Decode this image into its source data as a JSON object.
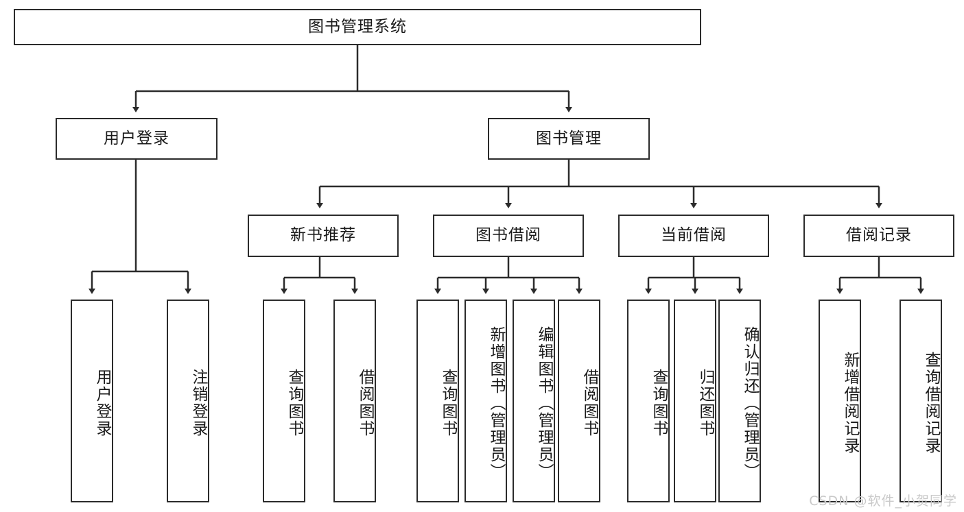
{
  "diagram": {
    "title_node": {
      "label": "图书管理系统"
    },
    "level2": [
      {
        "id": "user-login",
        "label": "用户登录"
      },
      {
        "id": "book-management",
        "label": "图书管理"
      }
    ],
    "level3": [
      {
        "id": "new-book-recommend",
        "label": "新书推荐"
      },
      {
        "id": "book-borrow",
        "label": "图书借阅"
      },
      {
        "id": "current-borrow",
        "label": "当前借阅"
      },
      {
        "id": "borrow-record",
        "label": "借阅记录"
      }
    ],
    "leaves": [
      {
        "id": "leaf-user-login",
        "label": "用户登录",
        "parent": "user-login"
      },
      {
        "id": "leaf-logout-login",
        "label": "注销登录",
        "parent": "user-login"
      },
      {
        "id": "leaf-query-book-1",
        "label": "查询图书",
        "parent": "new-book-recommend"
      },
      {
        "id": "leaf-borrow-book-1",
        "label": "借阅图书",
        "parent": "new-book-recommend"
      },
      {
        "id": "leaf-query-book-2",
        "label": "查询图书",
        "parent": "book-borrow"
      },
      {
        "id": "leaf-add-book-admin",
        "label": "新增图书（管理员）",
        "parent": "book-borrow"
      },
      {
        "id": "leaf-edit-book-admin",
        "label": "编辑图书（管理员）",
        "parent": "book-borrow"
      },
      {
        "id": "leaf-borrow-book-2",
        "label": "借阅图书",
        "parent": "book-borrow"
      },
      {
        "id": "leaf-query-book-3",
        "label": "查询图书",
        "parent": "current-borrow"
      },
      {
        "id": "leaf-return-book",
        "label": "归还图书",
        "parent": "current-borrow"
      },
      {
        "id": "leaf-confirm-return-admin",
        "label": "确认归还（管理员）",
        "parent": "current-borrow"
      },
      {
        "id": "leaf-add-borrow-record",
        "label": "新增借阅记录",
        "parent": "borrow-record"
      },
      {
        "id": "leaf-query-borrow-record",
        "label": "查询借阅记录",
        "parent": "borrow-record"
      }
    ],
    "watermark": "CSDN @软件_小贺同学",
    "colors": {
      "stroke": "#2b2b2b",
      "fill": "#ffffff",
      "text": "#1a1a1a",
      "watermark": "#c9c9c9"
    }
  }
}
